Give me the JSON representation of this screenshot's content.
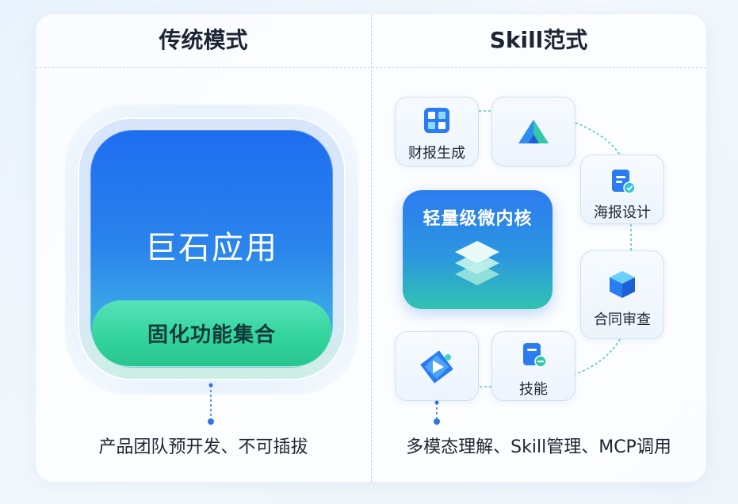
{
  "left_column": {
    "title": "传统模式",
    "monolith_label": "巨石应用",
    "fixed_bar_label": "固化功能集合",
    "caption": "产品团队预开发、不可插拔"
  },
  "right_column": {
    "title": "Skill范式",
    "kernel_label": "轻量级微内核",
    "caption": "多模态理解、Skill管理、MCP调用",
    "skills": [
      {
        "label": "财报生成",
        "icon": "grid-report-icon"
      },
      {
        "label": "",
        "icon": "mountain-logo-icon"
      },
      {
        "label": "海报设计",
        "icon": "poster-doc-icon"
      },
      {
        "label": "合同审查",
        "icon": "cube-box-icon"
      },
      {
        "label": "技能",
        "icon": "skill-doc-icon"
      },
      {
        "label": "",
        "icon": "play-diamond-icon"
      }
    ]
  },
  "colors": {
    "blue": "#1e6df0",
    "green": "#33d49d",
    "connector": "#4fcdb4",
    "pin": "#2b78e4"
  }
}
